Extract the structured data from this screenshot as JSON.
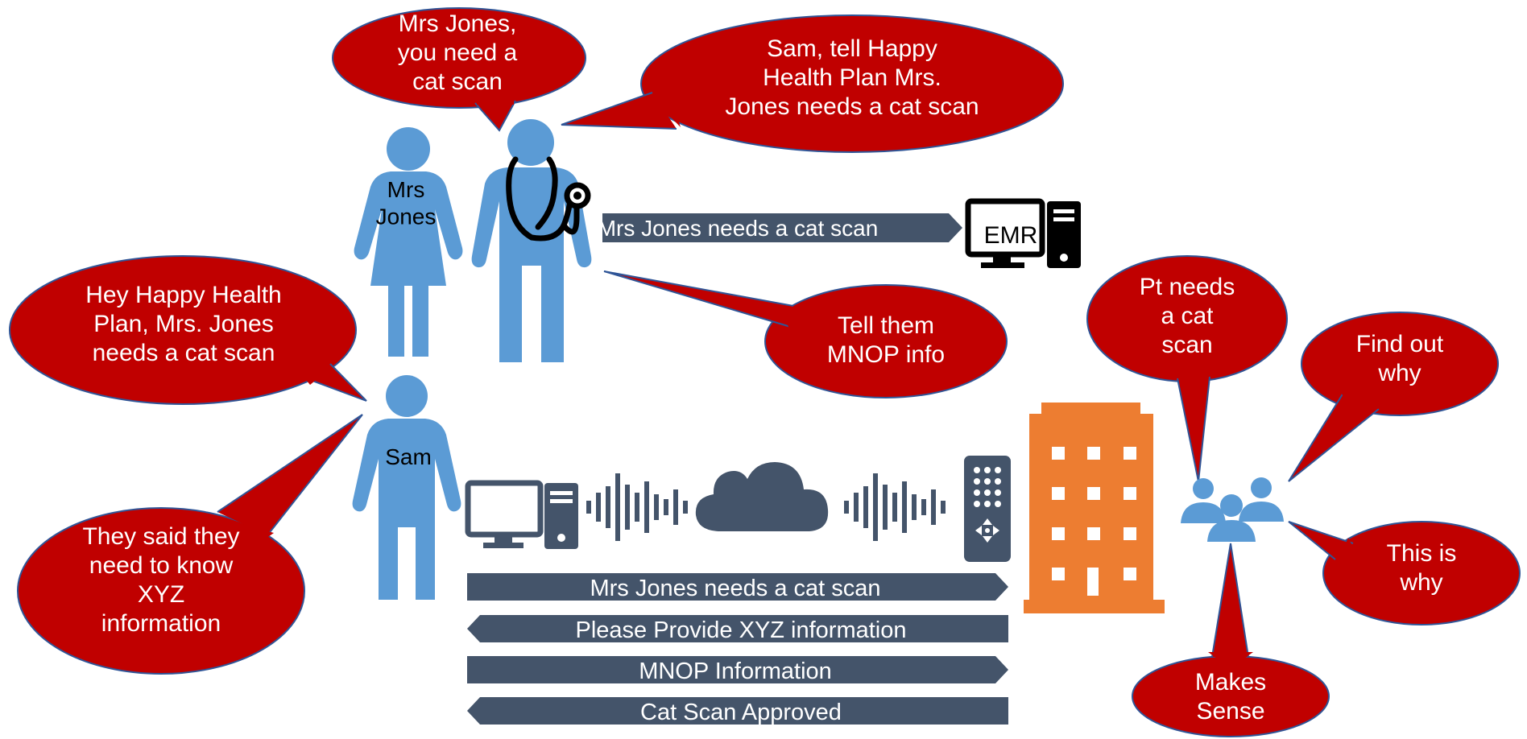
{
  "colors": {
    "bubble_fill": "#C00000",
    "bubble_stroke": "#2F5597",
    "person_blue": "#5B9BD5",
    "arrow_slate": "#44546A",
    "building_orange": "#ED7D31",
    "black": "#000000",
    "white": "#FFFFFF"
  },
  "people": {
    "patient_label": "Mrs\nJones",
    "staff_label": "Sam"
  },
  "bubbles": {
    "doctor_to_patient": "Mrs Jones,\nyou need a\ncat scan",
    "doctor_to_sam": "Sam, tell  Happy\nHealth Plan Mrs.\nJones needs a cat scan",
    "mnop_info": "Tell them\nMNOP info",
    "sam_to_plan": "Hey Happy Health\nPlan, Mrs. Jones\nneeds a cat scan",
    "sam_reply": "They said they\nneed to know\nXYZ\ninformation",
    "pt_needs": "Pt needs\na cat\nscan",
    "find_out": "Find out\nwhy",
    "this_is_why": "This is\nwhy",
    "makes_sense": "Makes\nSense"
  },
  "emr": {
    "arrow_text": "Mrs Jones needs a cat scan",
    "screen_text": "EMR"
  },
  "messages": [
    {
      "text": "Mrs Jones needs a cat scan",
      "direction": "right"
    },
    {
      "text": "Please Provide XYZ information",
      "direction": "left"
    },
    {
      "text": "MNOP Information",
      "direction": "right"
    },
    {
      "text": "Cat Scan Approved",
      "direction": "left"
    }
  ],
  "icons": {
    "stethoscope": "stethoscope-icon",
    "emr_computer": "emr-computer-icon",
    "desktop_computer": "desktop-computer-icon",
    "sound_wave": "sound-wave-icon",
    "cloud": "cloud-icon",
    "phone": "telephone-icon",
    "building": "office-building-icon",
    "group": "reviewer-group-icon"
  }
}
